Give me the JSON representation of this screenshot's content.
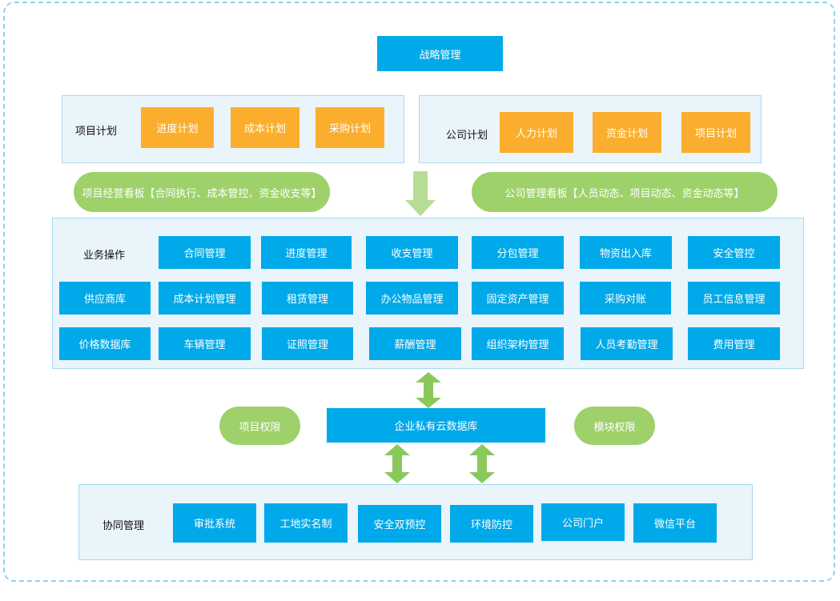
{
  "strategy": "战略管理",
  "project_plan": {
    "label": "项目计划",
    "items": [
      "进度计划",
      "成本计划",
      "采购计划"
    ]
  },
  "company_plan": {
    "label": "公司计划",
    "items": [
      "人力计划",
      "资金计划",
      "项目计划"
    ]
  },
  "boards": {
    "project": "项目经营看板【合同执行、成本管控、资金收支等】",
    "company": "公司管理看板【人员动态、项目动态、资金动态等】"
  },
  "business": {
    "label": "业务操作",
    "row1": [
      "合同管理",
      "进度管理",
      "收支管理",
      "分包管理",
      "物资出入库",
      "安全管控"
    ],
    "row2": [
      "供应商库",
      "成本计划管理",
      "租赁管理",
      "办公物品管理",
      "固定资产管理",
      "采购对账",
      "员工信息管理"
    ],
    "row3": [
      "价格数据库",
      "车辆管理",
      "证照管理",
      "薪酬管理",
      "组织架构管理",
      "人员考勤管理",
      "费用管理"
    ]
  },
  "database": {
    "center": "企业私有云数据库",
    "left": "项目权限",
    "right": "模块权限"
  },
  "collab": {
    "label": "协同管理",
    "items": [
      "审批系统",
      "工地实名制",
      "安全双预控",
      "环境防控",
      "公司门户",
      "微信平台"
    ]
  },
  "colors": {
    "blue": "#00a9e9",
    "orange": "#fbae2d",
    "green": "#9ed16a",
    "panel": "#eaf4fb",
    "border": "#8dd2ee"
  }
}
